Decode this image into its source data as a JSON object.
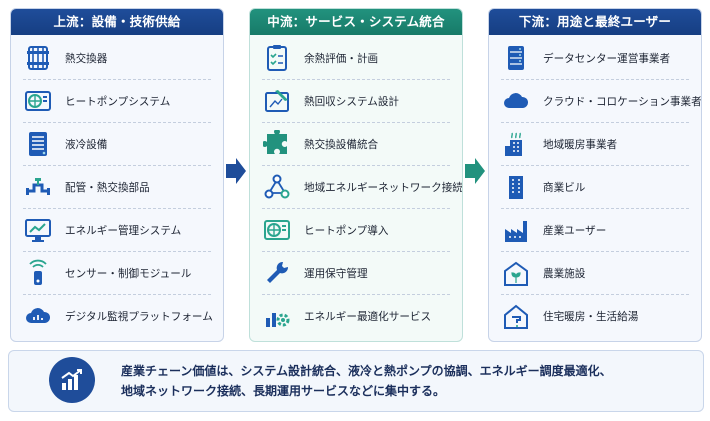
{
  "columns": {
    "upstream": {
      "title": "上流：設備・技術供給",
      "items": [
        {
          "label": "熱交換器",
          "icon": "heat-exchanger-icon"
        },
        {
          "label": "ヒートポンプシステム",
          "icon": "heat-pump-unit-icon"
        },
        {
          "label": "液冷設備",
          "icon": "liquid-cooling-cabinet-icon"
        },
        {
          "label": "配管・熱交換部品",
          "icon": "pipe-valve-icon"
        },
        {
          "label": "エネルギー管理システム",
          "icon": "monitor-chart-icon"
        },
        {
          "label": "センサー・制御モジュール",
          "icon": "sensor-signal-icon"
        },
        {
          "label": "デジタル監視プラットフォーム",
          "icon": "cloud-chart-icon"
        }
      ]
    },
    "midstream": {
      "title": "中流：サービス・システム統合",
      "items": [
        {
          "label": "余熱評価・計画",
          "icon": "checklist-icon"
        },
        {
          "label": "熱回収システム設計",
          "icon": "blueprint-design-icon"
        },
        {
          "label": "熱交換設備統合",
          "icon": "puzzle-icon"
        },
        {
          "label": "地域エネルギーネットワーク接続",
          "icon": "network-nodes-icon"
        },
        {
          "label": "ヒートポンプ導入",
          "icon": "heat-pump-unit-icon"
        },
        {
          "label": "運用保守管理",
          "icon": "wrench-icon"
        },
        {
          "label": "エネルギー最適化サービス",
          "icon": "chart-gear-icon"
        }
      ]
    },
    "downstream": {
      "title": "下流：用途と最終ユーザー",
      "items": [
        {
          "label": "データセンター運営事業者",
          "icon": "server-rack-icon"
        },
        {
          "label": "クラウド・コロケーション事業者",
          "icon": "cloud-icon"
        },
        {
          "label": "地域暖房事業者",
          "icon": "heating-building-icon"
        },
        {
          "label": "商業ビル",
          "icon": "office-building-icon"
        },
        {
          "label": "産業ユーザー",
          "icon": "factory-icon"
        },
        {
          "label": "農業施設",
          "icon": "greenhouse-icon"
        },
        {
          "label": "住宅暖房・生活給湯",
          "icon": "house-faucet-icon"
        }
      ]
    }
  },
  "summary": {
    "line1": "産業チェーン価値は、システム設計統合、液冷と熱ポンプの協調、エネルギー調度最適化、",
    "line2": "地域ネットワーク接続、長期運用サービスなどに集中する。",
    "icon": "growth-chart-icon"
  },
  "colors": {
    "navy": "#1f4d9a",
    "teal": "#22927e",
    "icon_blue": "#1f5bb5",
    "icon_teal": "#2aa58f"
  }
}
